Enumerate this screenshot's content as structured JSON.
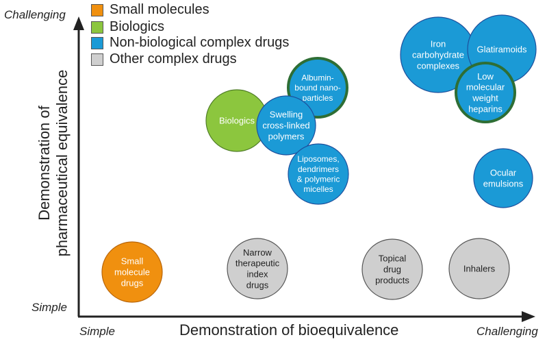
{
  "colors": {
    "orange": "#f0900f",
    "green": "#8cc63e",
    "blue": "#1b9ad6",
    "gray": "#cfcfcf",
    "dark_green": "#2e6e35",
    "circle_stroke_blue": "#1d4f9c",
    "circle_stroke_gray": "#555555",
    "axis": "#222222"
  },
  "legend": [
    {
      "label": "Small molecules",
      "color": "#f0900f"
    },
    {
      "label": "Biologics",
      "color": "#8cc63e"
    },
    {
      "label": "Non-biological complex drugs",
      "color": "#1b9ad6"
    },
    {
      "label": "Other complex drugs",
      "color": "#cfcfcf"
    }
  ],
  "axes": {
    "y_top": "Challenging",
    "y_bottom": "Simple",
    "x_left": "Simple",
    "x_right": "Challenging",
    "x_title": "Demonstration of bioequivalence",
    "y_title_line1": "Demonstration of",
    "y_title_line2": "pharmaceutical equivalence"
  },
  "circles": [
    {
      "id": "small-molecule-drugs",
      "lines": [
        "Small",
        "molecule",
        "drugs"
      ],
      "category": "orange",
      "outline": "none"
    },
    {
      "id": "narrow-therapeutic-index-drugs",
      "lines": [
        "Narrow",
        "therapeutic",
        "index",
        "drugs"
      ],
      "category": "gray",
      "outline": "none",
      "text_color": "#222"
    },
    {
      "id": "topical-drug-products",
      "lines": [
        "Topical",
        "drug",
        "products"
      ],
      "category": "gray",
      "outline": "none",
      "text_color": "#222"
    },
    {
      "id": "inhalers",
      "lines": [
        "Inhalers"
      ],
      "category": "gray",
      "outline": "none",
      "text_color": "#222"
    },
    {
      "id": "biologics",
      "lines": [
        "Biologics"
      ],
      "category": "green",
      "outline": "none"
    },
    {
      "id": "albumin-bound-nanoparticles",
      "lines": [
        "Albumin-",
        "bound nano-",
        "particles"
      ],
      "category": "blue",
      "outline": "dark_green"
    },
    {
      "id": "swelling-cross-linked-polymers",
      "lines": [
        "Swelling",
        "cross-linked",
        "polymers"
      ],
      "category": "blue",
      "outline": "none"
    },
    {
      "id": "liposomes-dendrimers-micelles",
      "lines": [
        "Liposomes,",
        "dendrimers",
        "& polymeric",
        "micelles"
      ],
      "category": "blue",
      "outline": "none"
    },
    {
      "id": "iron-carbohydrate-complexes",
      "lines": [
        "Iron",
        "carbohydrate",
        "complexes"
      ],
      "category": "blue",
      "outline": "none"
    },
    {
      "id": "glatiramoids",
      "lines": [
        "Glatiramoids"
      ],
      "category": "blue",
      "outline": "none"
    },
    {
      "id": "low-molecular-weight-heparins",
      "lines": [
        "Low",
        "molecular",
        "weight",
        "heparins"
      ],
      "category": "blue",
      "outline": "dark_green"
    },
    {
      "id": "ocular-emulsions",
      "lines": [
        "Ocular",
        "emulsions"
      ],
      "category": "blue",
      "outline": "none"
    }
  ]
}
